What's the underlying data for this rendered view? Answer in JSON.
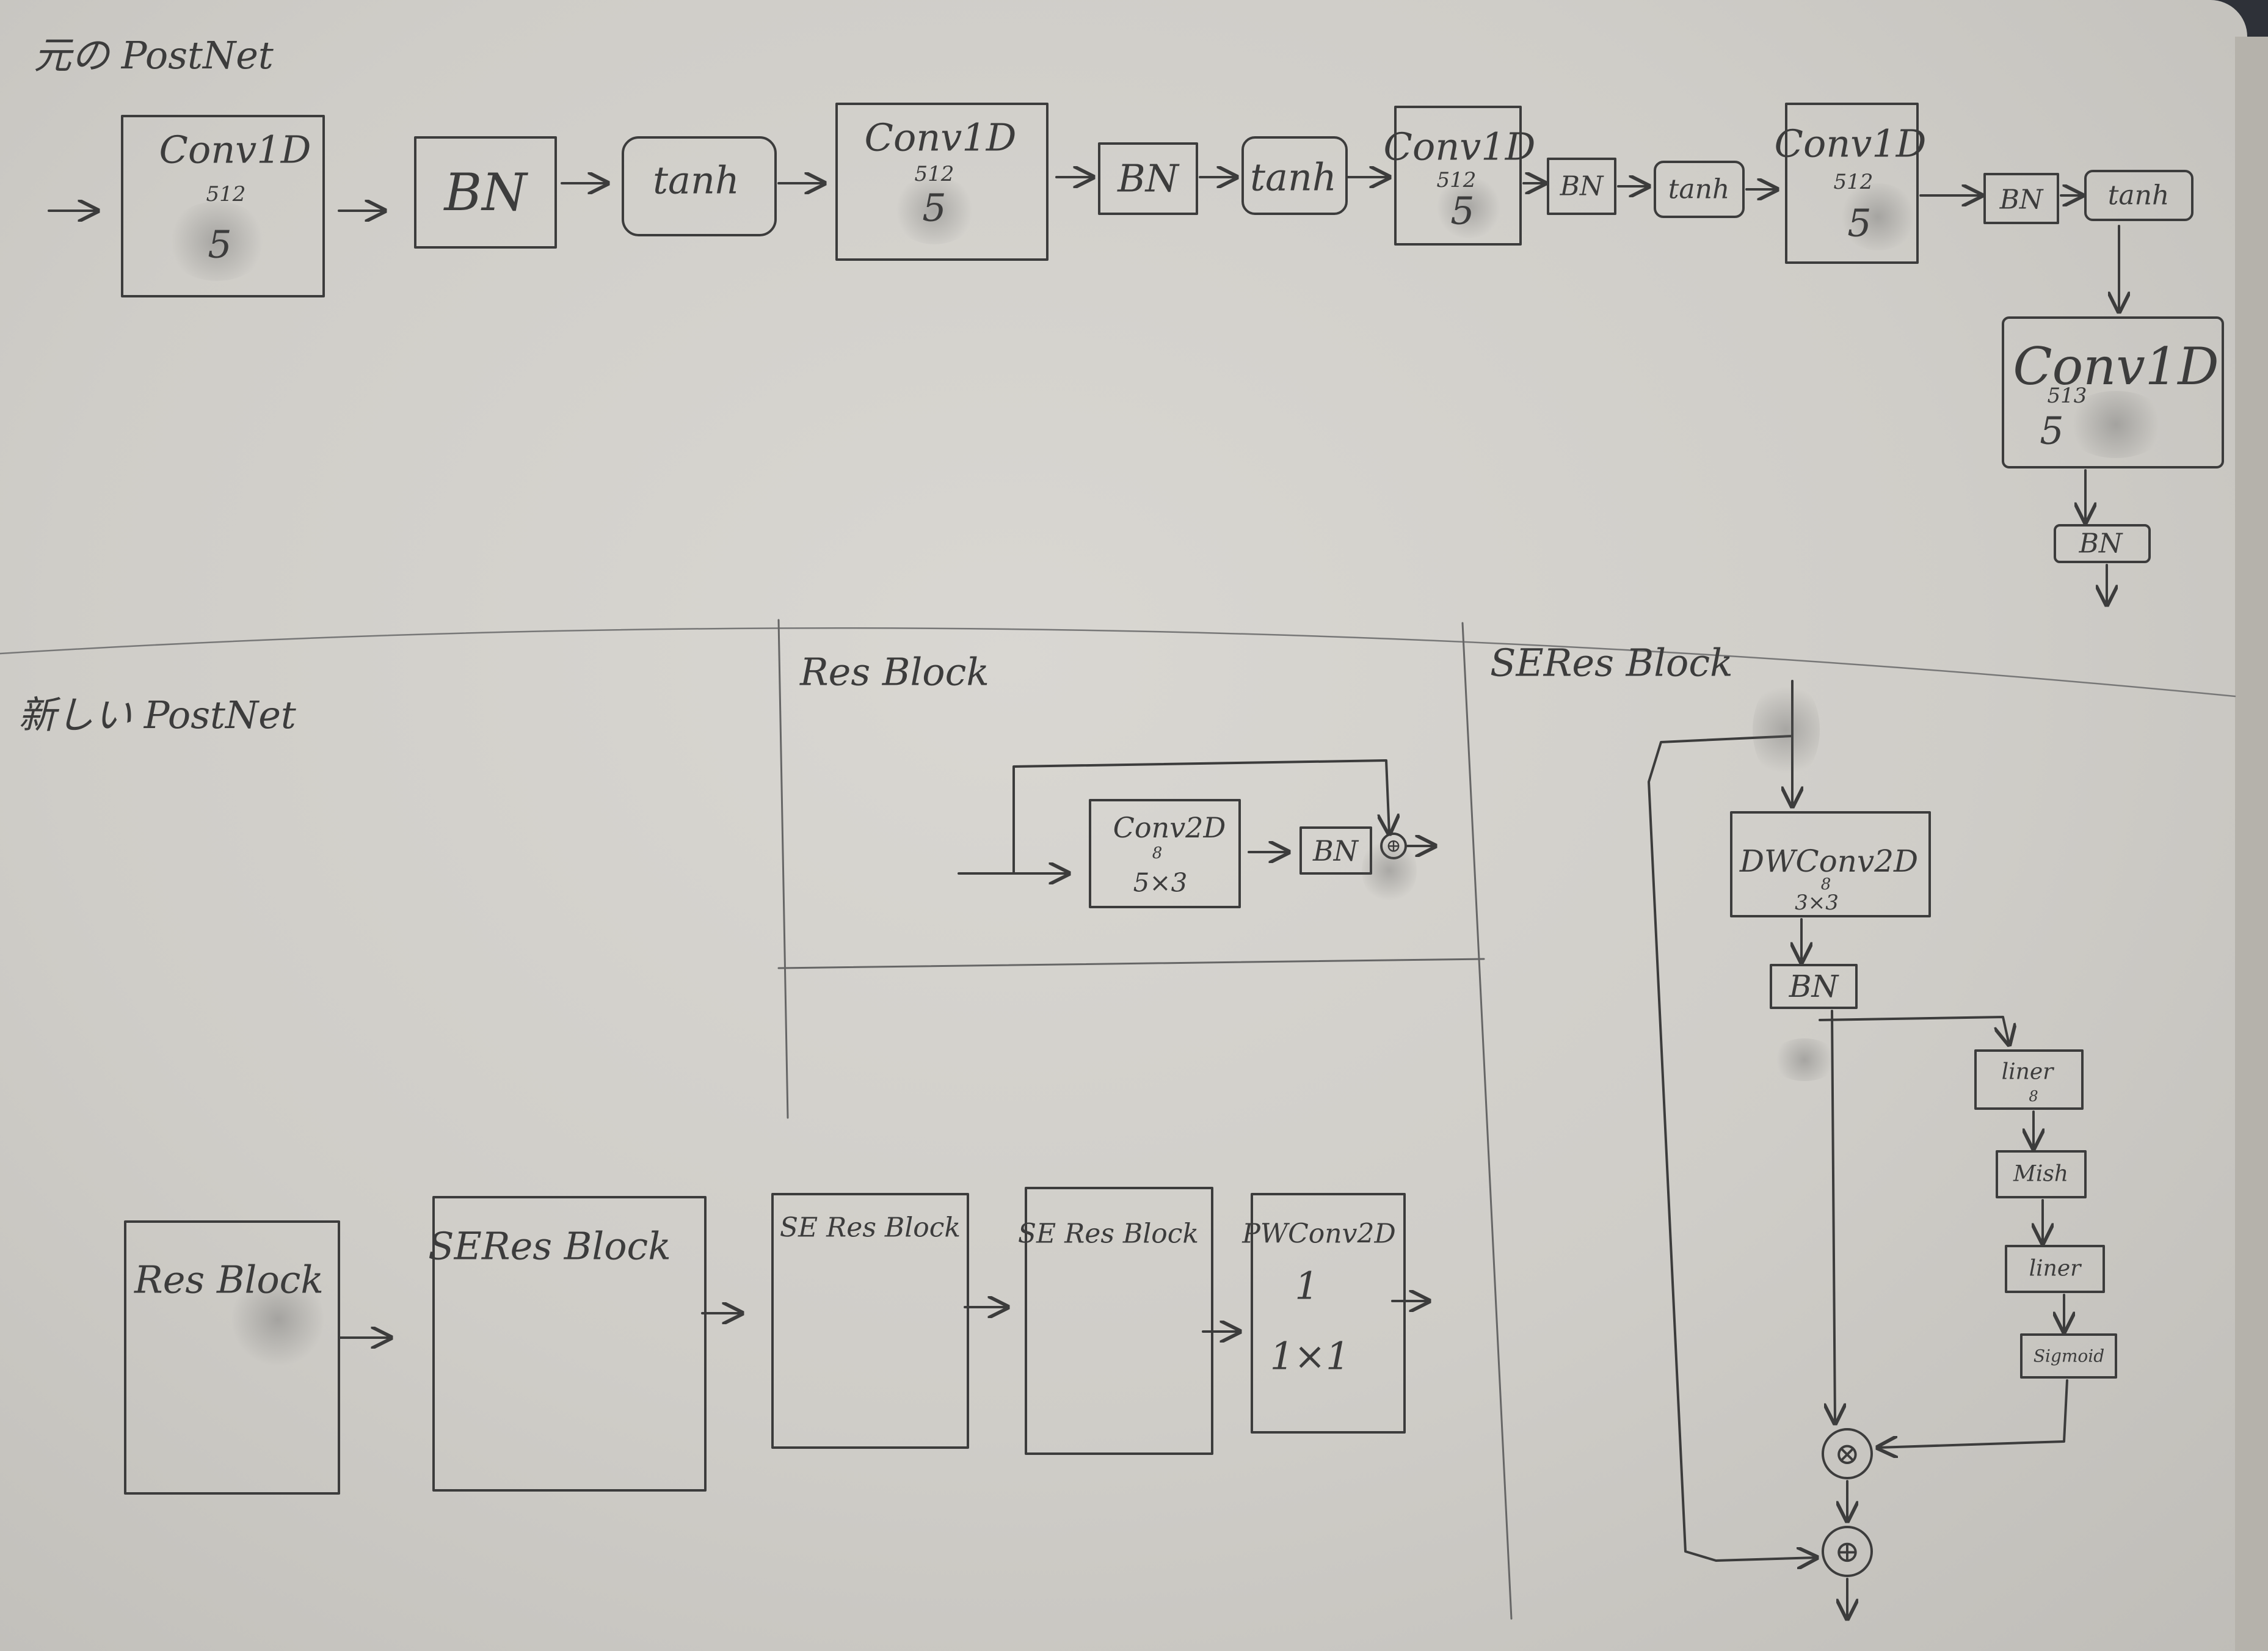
{
  "headings": {
    "old_postnet": "元の PostNet",
    "new_postnet": "新しい PostNet",
    "resblock_panel": "Res Block",
    "seresblock_panel": "SERes Block"
  },
  "old_postnet": {
    "blocks": [
      {
        "label": "Conv1D",
        "channels": "512",
        "kernel": "5"
      },
      {
        "label": "BN"
      },
      {
        "label": "tanh"
      },
      {
        "label": "Conv1D",
        "channels": "512",
        "kernel": "5"
      },
      {
        "label": "BN"
      },
      {
        "label": "tanh"
      },
      {
        "label": "Conv1D",
        "channels": "512",
        "kernel": "5"
      },
      {
        "label": "BN"
      },
      {
        "label": "tanh"
      },
      {
        "label": "Conv1D",
        "channels": "512",
        "kernel": "5"
      },
      {
        "label": "BN"
      },
      {
        "label": "tanh"
      },
      {
        "label": "Conv1D",
        "channels": "513",
        "kernel": "5"
      },
      {
        "label": "BN"
      }
    ]
  },
  "resblock": {
    "conv": {
      "label": "Conv2D",
      "channels": "8",
      "kernel": "5×3"
    },
    "bn": "BN",
    "add": "⊕"
  },
  "seresblock": {
    "dwconv": {
      "label": "DWConv2D",
      "channels": "8",
      "kernel": "3×3"
    },
    "bn": "BN",
    "linear1": {
      "label": "liner",
      "units": "8"
    },
    "mish": "Mish",
    "linear2": "liner",
    "sigmoid": "Sigmoid",
    "mul": "⊗",
    "add": "⊕"
  },
  "new_postnet": {
    "blocks": [
      {
        "label": "Res Block"
      },
      {
        "label": "SERes Block"
      },
      {
        "label": "SE Res Block"
      },
      {
        "label": "SE Res Block"
      },
      {
        "label": "PWConv2D",
        "channels": "1",
        "kernel": "1×1"
      }
    ]
  },
  "colors": {
    "paper": "#d4d2cd",
    "pencil": "#3c3c3c",
    "background": "#2e3138"
  }
}
